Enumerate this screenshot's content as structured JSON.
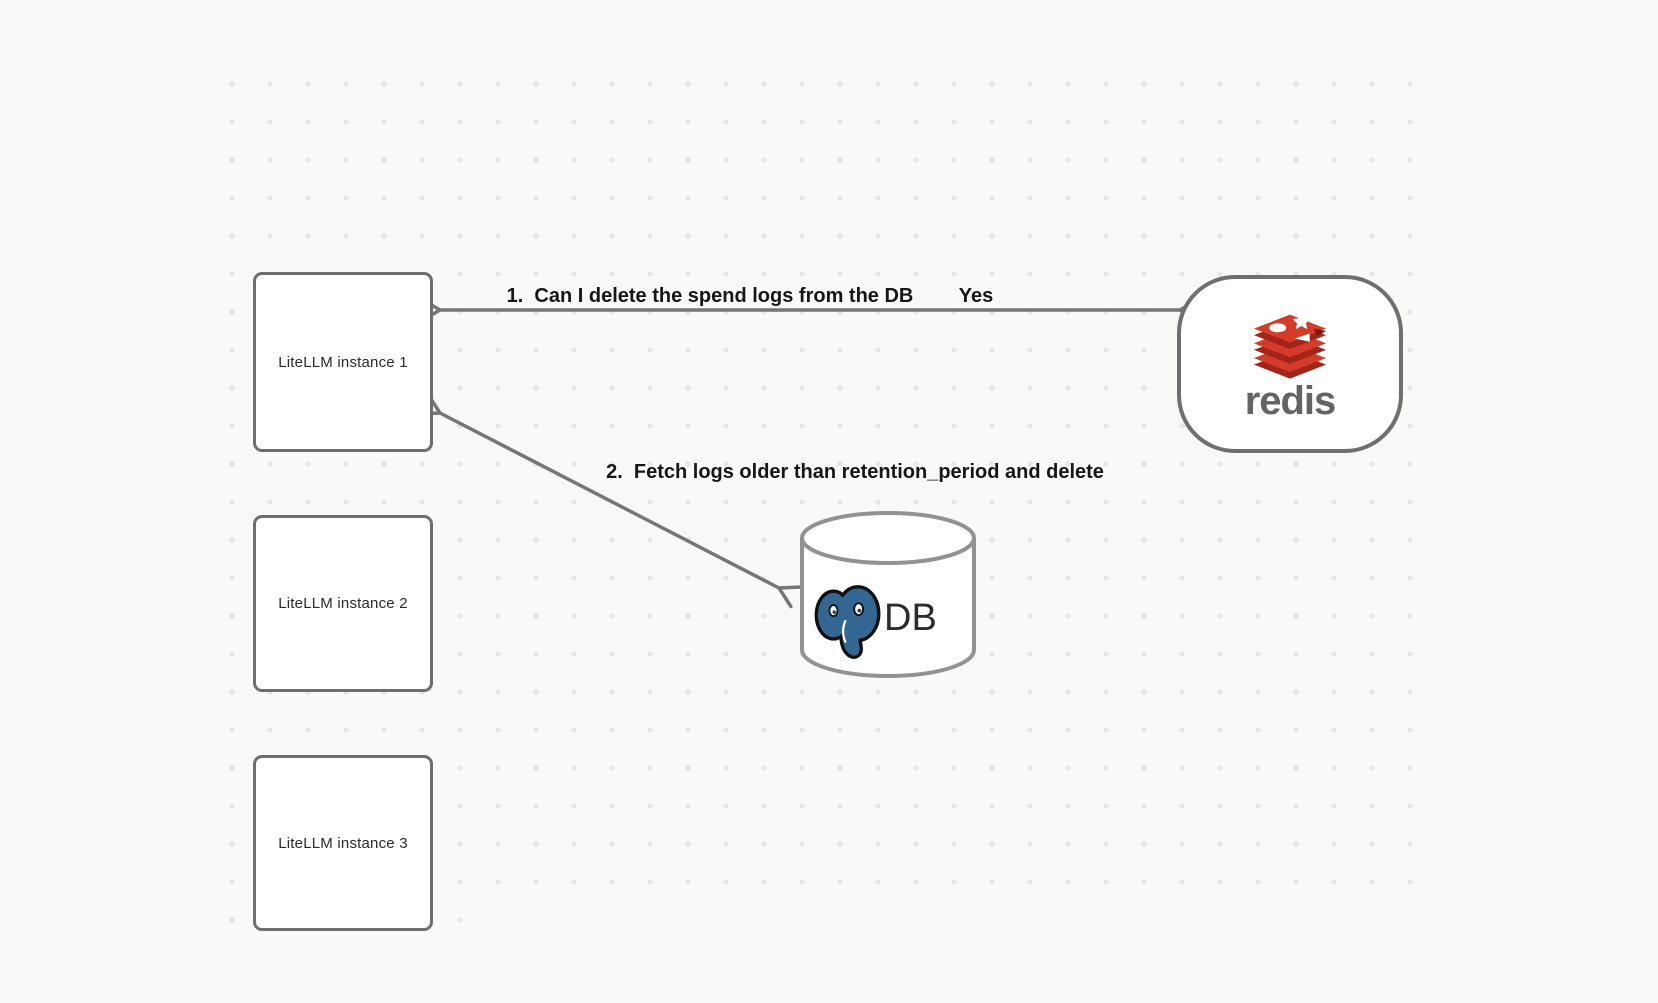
{
  "canvas": {
    "background_color": "#f9f9f8",
    "dot_color": "#e7e7e6"
  },
  "instances": [
    {
      "label": "LiteLLM instance 1"
    },
    {
      "label": "LiteLLM instance 2"
    },
    {
      "label": "LiteLLM instance 3"
    }
  ],
  "redis_node": {
    "wordmark": "redis"
  },
  "db_node": {
    "label": "DB"
  },
  "arrows": [
    {
      "id": 1,
      "label": "1.  Can I delete the spend logs from the DB",
      "reply": "Yes",
      "from": "LiteLLM instance 1",
      "to": "redis",
      "double_headed": true
    },
    {
      "id": 2,
      "label": "2.  Fetch logs older than retention_period and delete",
      "from": "LiteLLM instance 1",
      "to": "DB",
      "double_headed": true
    }
  ],
  "colors": {
    "arrow": "#767676",
    "node_border": "#6e6e6e",
    "cylinder_border": "#929292",
    "label_text": "#161616",
    "redis_red": "#d43b29",
    "redis_red_dark": "#a32419",
    "redis_notch": "#7c1410",
    "redis_wordmark": "#636363",
    "postgres_blue": "#336791",
    "db_text": "#2b2b2b"
  }
}
